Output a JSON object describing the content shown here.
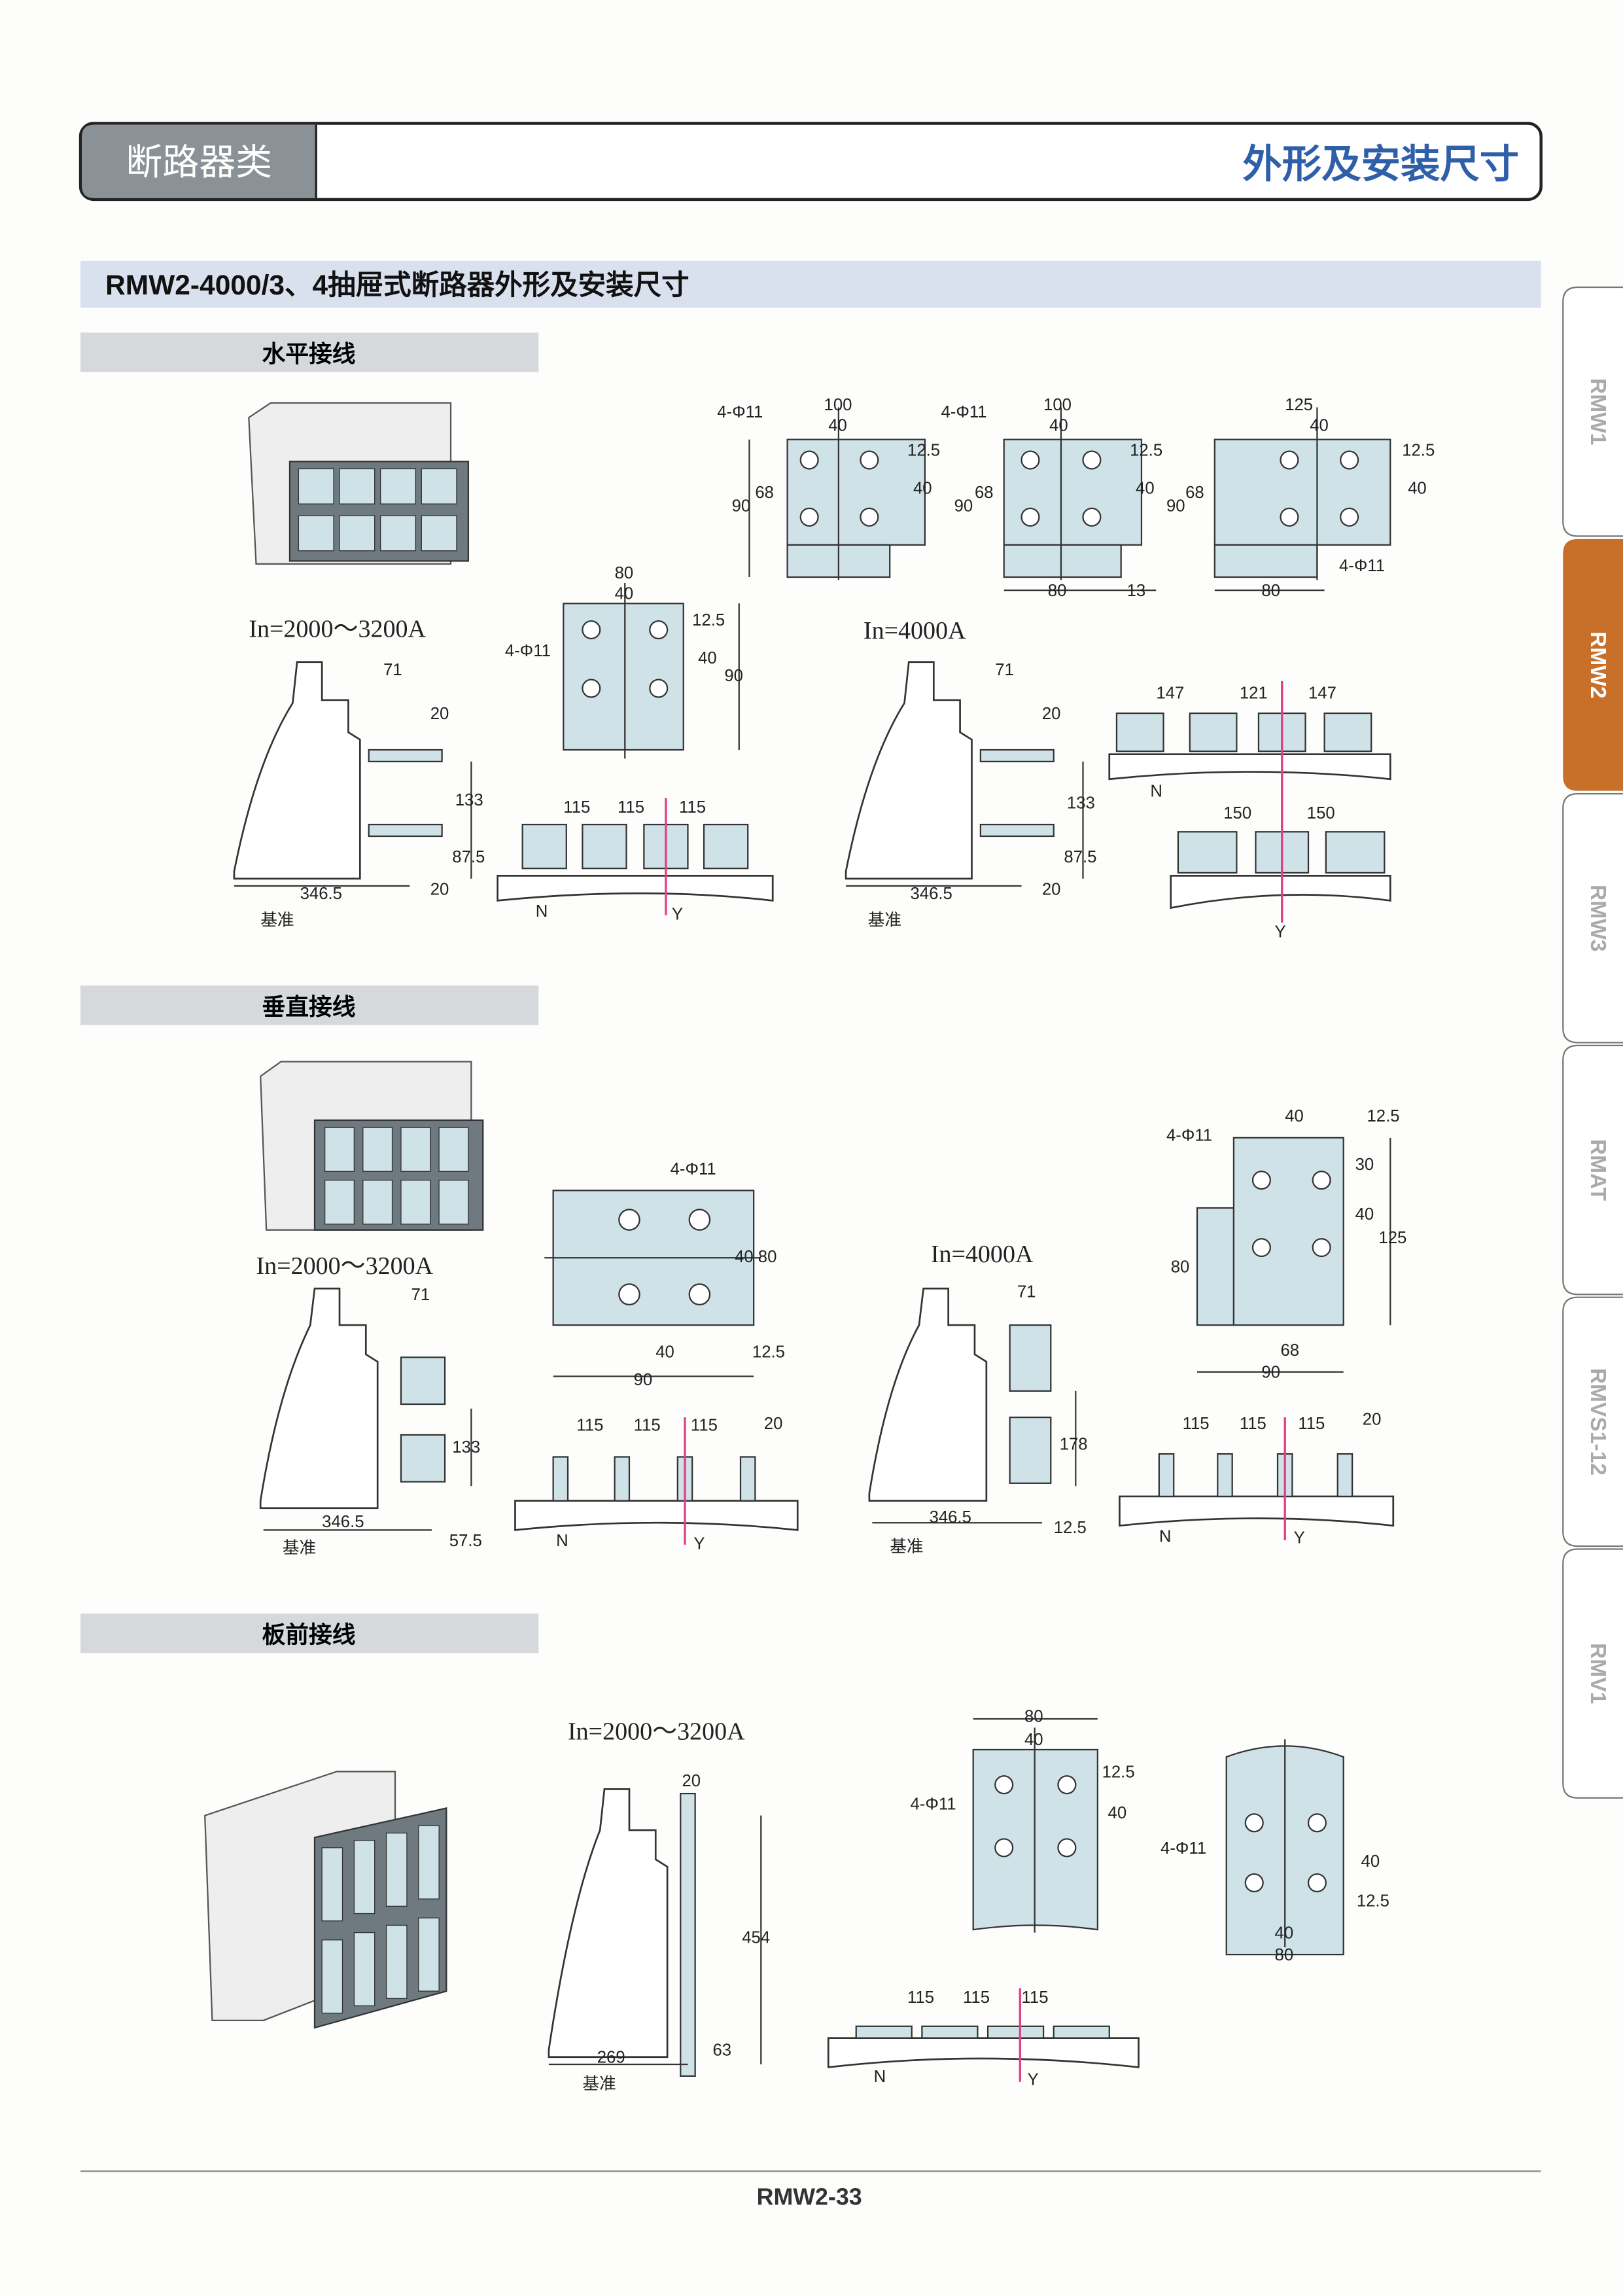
{
  "header": {
    "category": "断路器类",
    "title": "外形及安装尺寸",
    "title_color": "#2f5fa8"
  },
  "section_title": "RMW2-4000/3、4抽屉式断路器外形及安装尺寸",
  "subsections": [
    "水平接线",
    "垂直接线",
    "板前接线"
  ],
  "side_tabs": [
    {
      "label": "RMW1",
      "active": false
    },
    {
      "label": "RMW2",
      "active": true
    },
    {
      "label": "RMW3",
      "active": false
    },
    {
      "label": "RMAT",
      "active": false
    },
    {
      "label": "RMVS1-12",
      "active": false
    },
    {
      "label": "RMV1",
      "active": false
    }
  ],
  "active_tab_color": "#c8702a",
  "horizontal": {
    "top_plates": {
      "p1": [
        "4-Φ11",
        "100",
        "40",
        "12.5",
        "40",
        "68",
        "90"
      ],
      "p2": [
        "4-Φ11",
        "100",
        "40",
        "12.5",
        "40",
        "68",
        "90",
        "80",
        "13"
      ],
      "p3": [
        "125",
        "40",
        "12.5",
        "40",
        "68",
        "90",
        "4-Φ11",
        "80"
      ]
    },
    "a": {
      "caption": "In=2000～3200A",
      "dims": [
        "71",
        "20",
        "133",
        "87.5",
        "20",
        "346.5",
        "基准"
      ],
      "plate": [
        "80",
        "40",
        "12.5",
        "40",
        "90",
        "4-Φ11"
      ],
      "spacing": [
        "115",
        "115",
        "115"
      ],
      "n": "N",
      "y": "Y"
    },
    "b": {
      "caption": "In=4000A",
      "dims": [
        "71",
        "20",
        "133",
        "87.5",
        "20",
        "346.5",
        "基准"
      ],
      "spacing_top": [
        "147",
        "121",
        "147"
      ],
      "spacing_bottom": [
        "150",
        "150"
      ],
      "n": "N",
      "y": "Y"
    }
  },
  "vertical": {
    "a": {
      "caption": "In=2000～3200A",
      "dims": [
        "71",
        "133",
        "346.5",
        "57.5",
        "基准"
      ],
      "plate": [
        "4-Φ11",
        "40 80",
        "40",
        "12.5",
        "90"
      ],
      "spacing": [
        "115",
        "115",
        "115",
        "20"
      ],
      "n": "N",
      "y": "Y"
    },
    "b": {
      "caption": "In=4000A",
      "dims": [
        "71",
        "178",
        "346.5",
        "12.5",
        "基准"
      ],
      "plate": [
        "40",
        "12.5",
        "30",
        "40",
        "125",
        "80",
        "68",
        "90",
        "4-Φ11"
      ],
      "spacing": [
        "115",
        "115",
        "115",
        "20"
      ],
      "n": "N",
      "y": "Y"
    }
  },
  "front": {
    "caption": "In=2000～3200A",
    "dims": [
      "20",
      "454",
      "269",
      "63",
      "基准"
    ],
    "plate1": [
      "80",
      "40",
      "12.5",
      "40",
      "4-Φ11"
    ],
    "plate2": [
      "4-Φ11",
      "40",
      "12.5",
      "40",
      "80"
    ],
    "spacing": [
      "115",
      "115",
      "115"
    ],
    "n": "N",
    "y": "Y"
  },
  "footer": {
    "page_number": "RMW2-33"
  }
}
